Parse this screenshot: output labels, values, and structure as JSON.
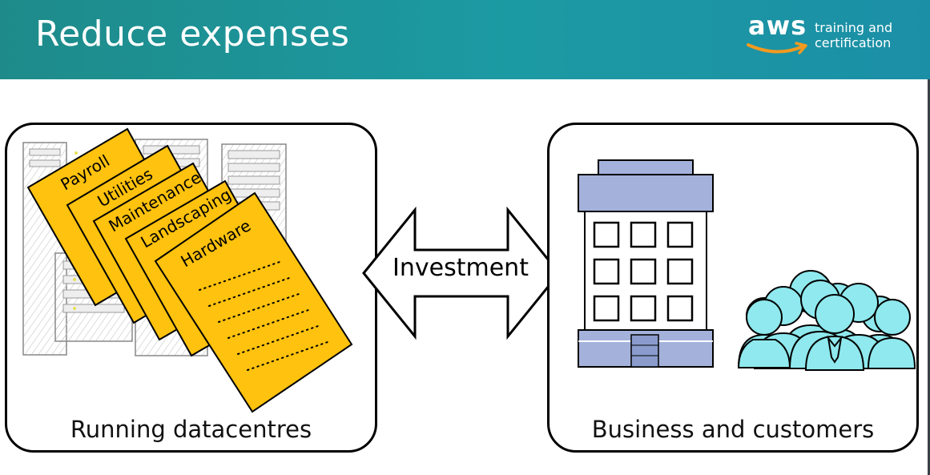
{
  "header": {
    "title": "Reduce expenses",
    "logo_word": "aws",
    "logo_tagline_line1": "training and",
    "logo_tagline_line2": "certification"
  },
  "left_panel": {
    "caption": "Running datacentres",
    "documents": [
      "Payroll",
      "Utilities",
      "Maintenance",
      "Landscaping",
      "Hardware"
    ]
  },
  "center": {
    "arrow_label": "Investment"
  },
  "right_panel": {
    "caption": "Business and customers"
  },
  "colors": {
    "header_teal": "#1c9aa3",
    "document_fill": "#ffc20e",
    "building_blue": "#a4b2db",
    "customer_cyan": "#8fe9ee",
    "aws_smile": "#f29a1f"
  },
  "icons": [
    "server-rack-icon",
    "document-icon",
    "office-building-icon",
    "customers-group-icon",
    "double-arrow-icon",
    "aws-smile-icon"
  ]
}
